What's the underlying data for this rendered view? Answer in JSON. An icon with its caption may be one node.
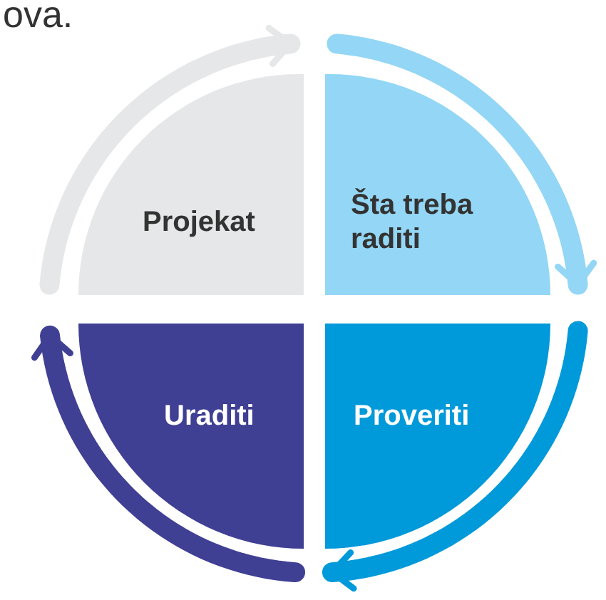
{
  "diagram": {
    "nodes": [
      {
        "text": [
          "Projekat"
        ]
      },
      {
        "text": [
          "Šta treba raditi"
        ]
      },
      {
        "text": [
          "Proveriti"
        ]
      },
      {
        "text": [
          "Uraditi"
        ]
      }
    ],
    "labels": [
      "ova."
    ]
  }
}
